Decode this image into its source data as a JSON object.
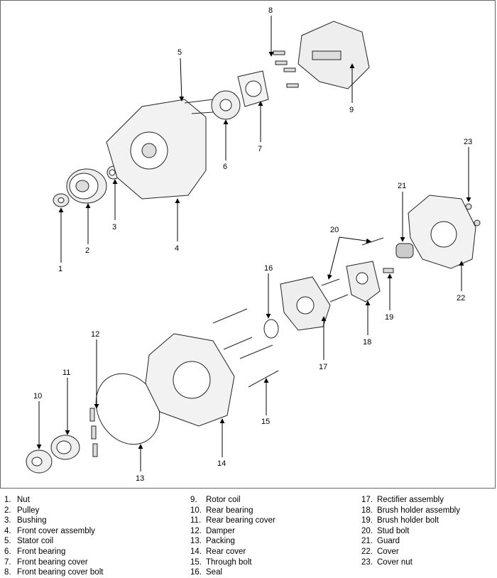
{
  "callouts": [
    "1",
    "2",
    "3",
    "4",
    "5",
    "6",
    "7",
    "8",
    "9",
    "10",
    "11",
    "12",
    "13",
    "14",
    "15",
    "16",
    "17",
    "18",
    "19",
    "20",
    "21",
    "22",
    "23"
  ],
  "legend": {
    "col1": [
      {
        "num": "1.",
        "label": "Nut"
      },
      {
        "num": "2.",
        "label": "Pulley"
      },
      {
        "num": "3.",
        "label": "Bushing"
      },
      {
        "num": "4.",
        "label": "Front cover assembly"
      },
      {
        "num": "5.",
        "label": "Stator coil"
      },
      {
        "num": "6.",
        "label": "Front bearing"
      },
      {
        "num": "7.",
        "label": "Front bearing cover"
      },
      {
        "num": "8.",
        "label": "Front bearing cover bolt"
      }
    ],
    "col2": [
      {
        "num": "9.",
        "label": "Rotor coil"
      },
      {
        "num": "10.",
        "label": "Rear bearing"
      },
      {
        "num": "11.",
        "label": "Rear bearing cover"
      },
      {
        "num": "12.",
        "label": "Damper"
      },
      {
        "num": "13.",
        "label": "Packing"
      },
      {
        "num": "14.",
        "label": "Rear cover"
      },
      {
        "num": "15.",
        "label": "Through bolt"
      },
      {
        "num": "16.",
        "label": "Seal"
      }
    ],
    "col3": [
      {
        "num": "17.",
        "label": "Rectifier assembly"
      },
      {
        "num": "18.",
        "label": "Brush holder assembly"
      },
      {
        "num": "19.",
        "label": "Brush holder bolt"
      },
      {
        "num": "20.",
        "label": "Stud bolt"
      },
      {
        "num": "21.",
        "label": "Guard"
      },
      {
        "num": "22.",
        "label": "Cover"
      },
      {
        "num": "23.",
        "label": "Cover nut"
      }
    ]
  }
}
